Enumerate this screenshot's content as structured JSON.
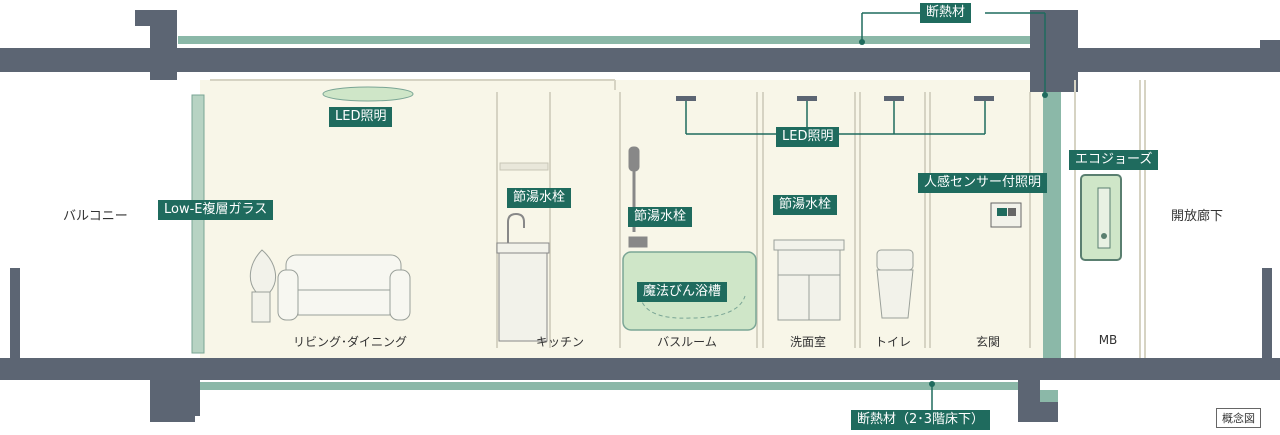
{
  "labels": {
    "insulation_top": "断熱材",
    "led_living": "LED照明",
    "led_row": "LED照明",
    "eco_jozu": "エコジョーズ",
    "sensor_light": "人感センサー付照明",
    "lowe_glass": "Low-E複層ガラス",
    "faucet_kitchen": "節湯水栓",
    "faucet_bath": "節湯水栓",
    "faucet_washroom": "節湯水栓",
    "magic_bathtub": "魔法びん浴槽",
    "insulation_bottom": "断熱材（2･3階床下）"
  },
  "rooms": {
    "living": "リビング･ダイニング",
    "kitchen": "キッチン",
    "bathroom": "バスルーム",
    "washroom": "洗面室",
    "toilet": "トイレ",
    "entrance": "玄関",
    "mb": "MB"
  },
  "outside": {
    "balcony": "バルコニー",
    "corridor": "開放廊下"
  },
  "note": "概念図",
  "colors": {
    "wall": "#5c6573",
    "insulation": "#8bb8a8",
    "interior": "#f8f6e8",
    "label_bg": "#1f6b5e",
    "fixture_green": "#cfe6c8"
  }
}
